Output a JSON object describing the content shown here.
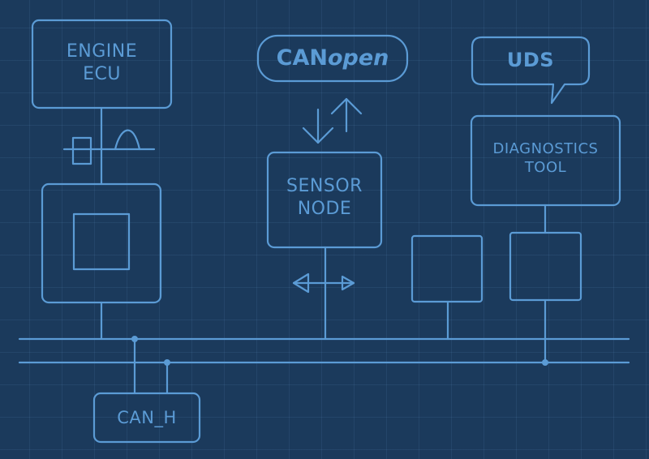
{
  "diagram": {
    "title": "CAN bus network diagram",
    "colors": {
      "background": "#1b3a5c",
      "stroke": "#5b9bd5",
      "text": "#5b9bd5"
    },
    "nodes": {
      "engine_ecu": {
        "line1": "ENGINE",
        "line2": "ECU"
      },
      "canopen": {
        "part1": "CAN",
        "part2": "open"
      },
      "uds": {
        "label": "UDS"
      },
      "sensor_node": {
        "line1": "SENSOR",
        "line2": "NODE"
      },
      "diagnostics_tool": {
        "line1": "DIAGNOSTICS",
        "line2": "TOOL"
      },
      "can_h": {
        "label": "CAN_H"
      }
    },
    "symbols": [
      "capacitor-symbol",
      "signal-pulse-symbol",
      "bidirectional-arrows",
      "horizontal-double-arrow",
      "bus-junction-dots"
    ]
  }
}
